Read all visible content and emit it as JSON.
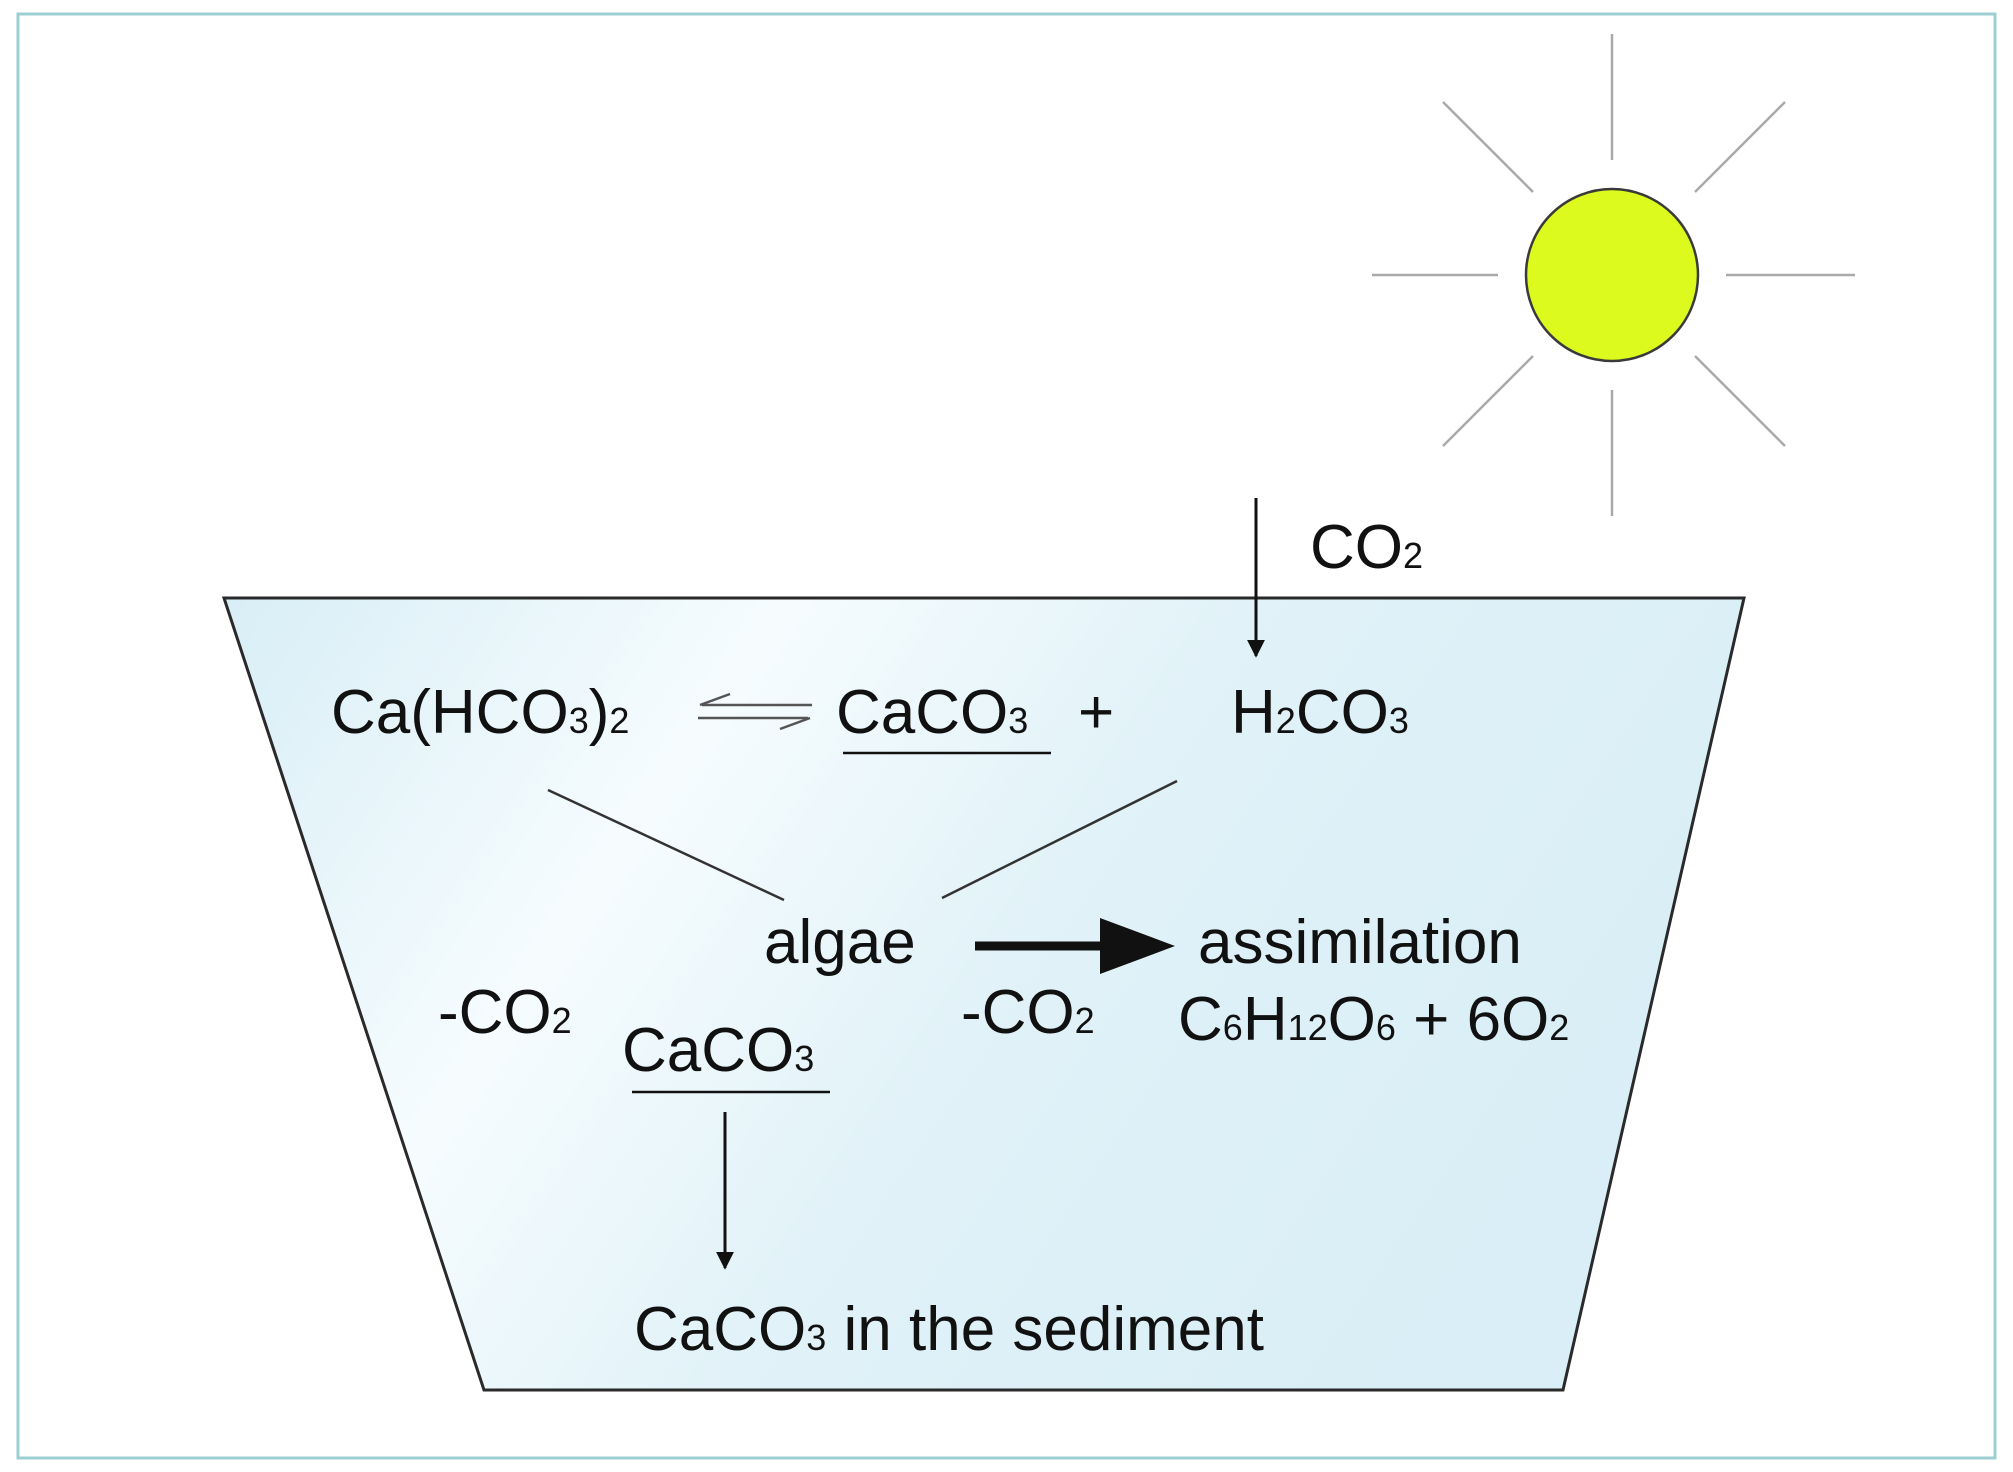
{
  "colors": {
    "frame_border": "#9ccfd0",
    "water_fill": "#dff1f8",
    "water_border": "#2a2a2a",
    "sun_fill": "#ddfa1e",
    "sun_ray": "#a9a9a9",
    "ink": "#111111"
  },
  "icons": {
    "sun": "sun-icon"
  },
  "labels": {
    "co2_top": {
      "main": "CO",
      "sub": "2"
    },
    "bicarbonate": {
      "p1": "Ca(HCO",
      "s1": "3",
      "p2": ")",
      "s2": "2"
    },
    "caco3_top": {
      "main": "CaCO",
      "sub": "3"
    },
    "plus_sign": "+",
    "carbonic_acid": {
      "p1": "H",
      "s1": "2",
      "p2": "CO",
      "s2": "3"
    },
    "algae": "algae",
    "assimilation": "assimilation",
    "neg_co2_left": {
      "main": "-CO",
      "sub": "2"
    },
    "neg_co2_mid": {
      "main": "-CO",
      "sub": "2"
    },
    "caco3_mid": {
      "main": "CaCO",
      "sub": "3"
    },
    "glucose_eq": {
      "p1": "C",
      "s1": "6",
      "p2": "H",
      "s2": "12",
      "p3": "O",
      "s3": "6",
      "p4": " + 6O",
      "s4": "2"
    },
    "sediment": {
      "p1": "CaCO",
      "s1": "3",
      "p2": " in the sediment"
    }
  }
}
